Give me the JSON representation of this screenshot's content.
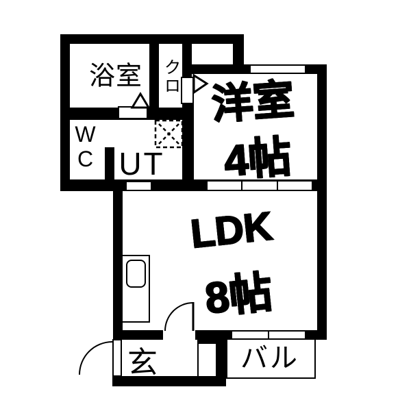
{
  "rooms": {
    "bathroom": {
      "label": "浴室"
    },
    "closet": {
      "label": "クロ"
    },
    "toilet": {
      "label": "WC"
    },
    "utility": {
      "label": "UT"
    },
    "western_room": {
      "label": "洋室",
      "size": "4帖"
    },
    "ldk": {
      "label": "LDK",
      "size": "8帖"
    },
    "entrance": {
      "label": "玄"
    },
    "balcony": {
      "label": "バル"
    }
  },
  "symbols": {
    "bathroom_door_marker": "triangle-up",
    "western_room_door_marker": "triangle-right",
    "washer_space": "dashed-square-x"
  },
  "colors": {
    "wall": "#000000",
    "floor": "#ffffff"
  }
}
